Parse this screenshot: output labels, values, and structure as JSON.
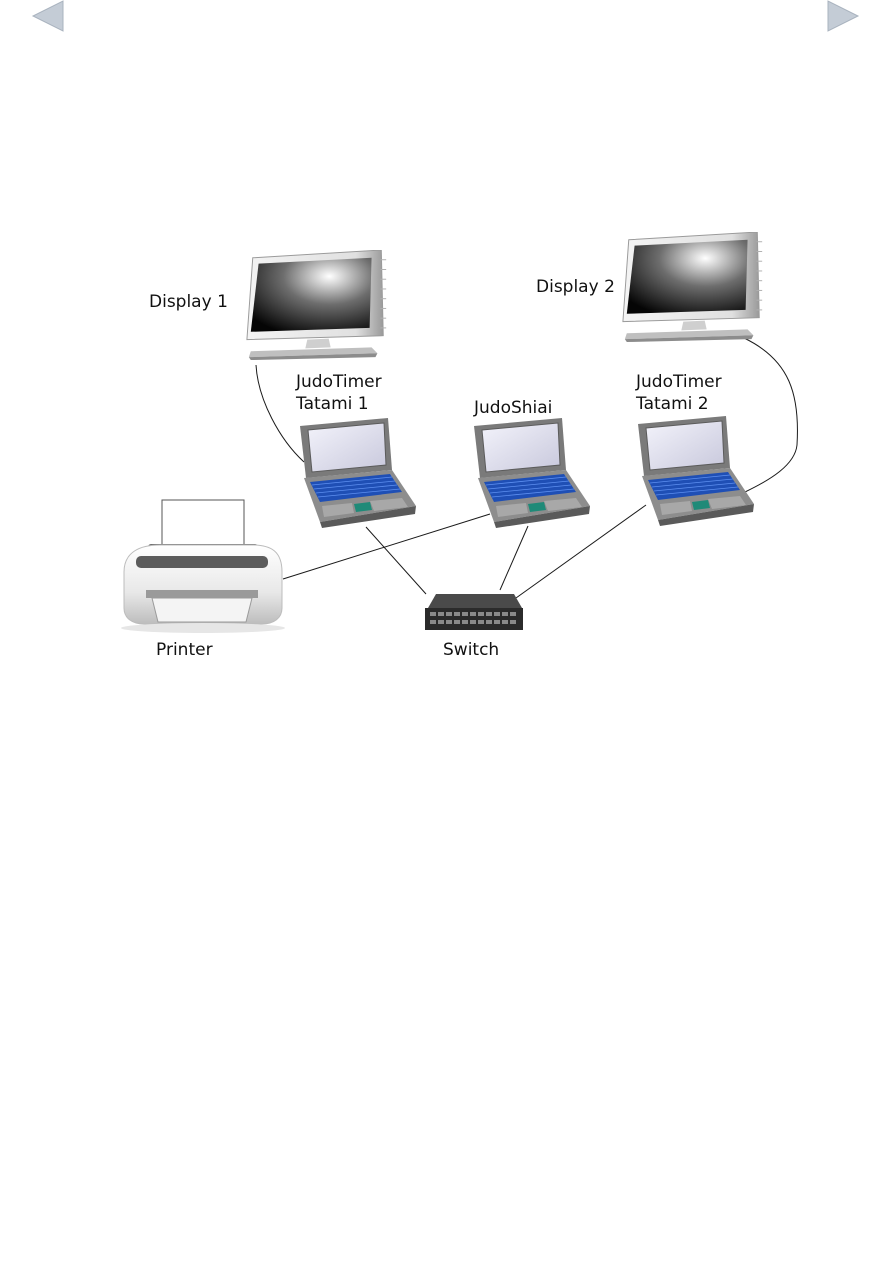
{
  "nav": {
    "prev_icon": "triangle-left-icon",
    "next_icon": "triangle-right-icon",
    "arrow_color": "#c4ccd6"
  },
  "diagram": {
    "display1_label": "Display 1",
    "display2_label": "Display 2",
    "laptop1_label_line1": "JudoTimer",
    "laptop1_label_line2": "Tatami 1",
    "laptop2_label": "JudoShiai",
    "laptop3_label_line1": "JudoTimer",
    "laptop3_label_line2": "Tatami 2",
    "printer_label": "Printer",
    "switch_label": "Switch"
  }
}
